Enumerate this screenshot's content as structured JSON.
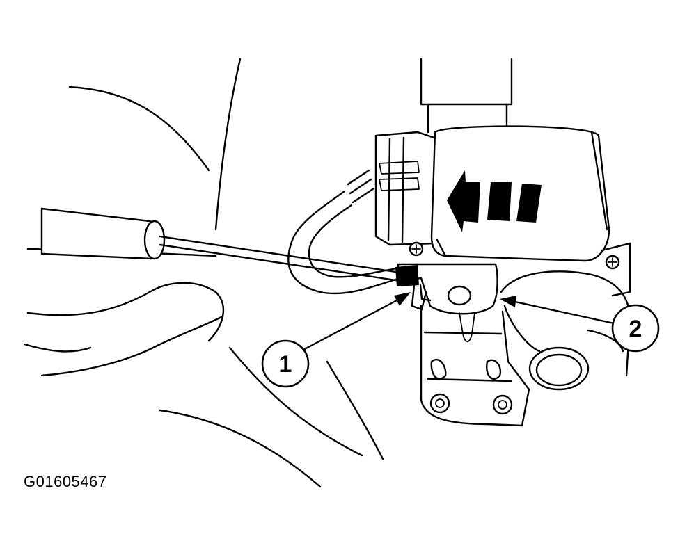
{
  "callouts": [
    {
      "number": "1"
    },
    {
      "number": "2"
    }
  ],
  "figure_id": "G01605467",
  "colors": {
    "line": "#000000",
    "background": "#ffffff"
  }
}
